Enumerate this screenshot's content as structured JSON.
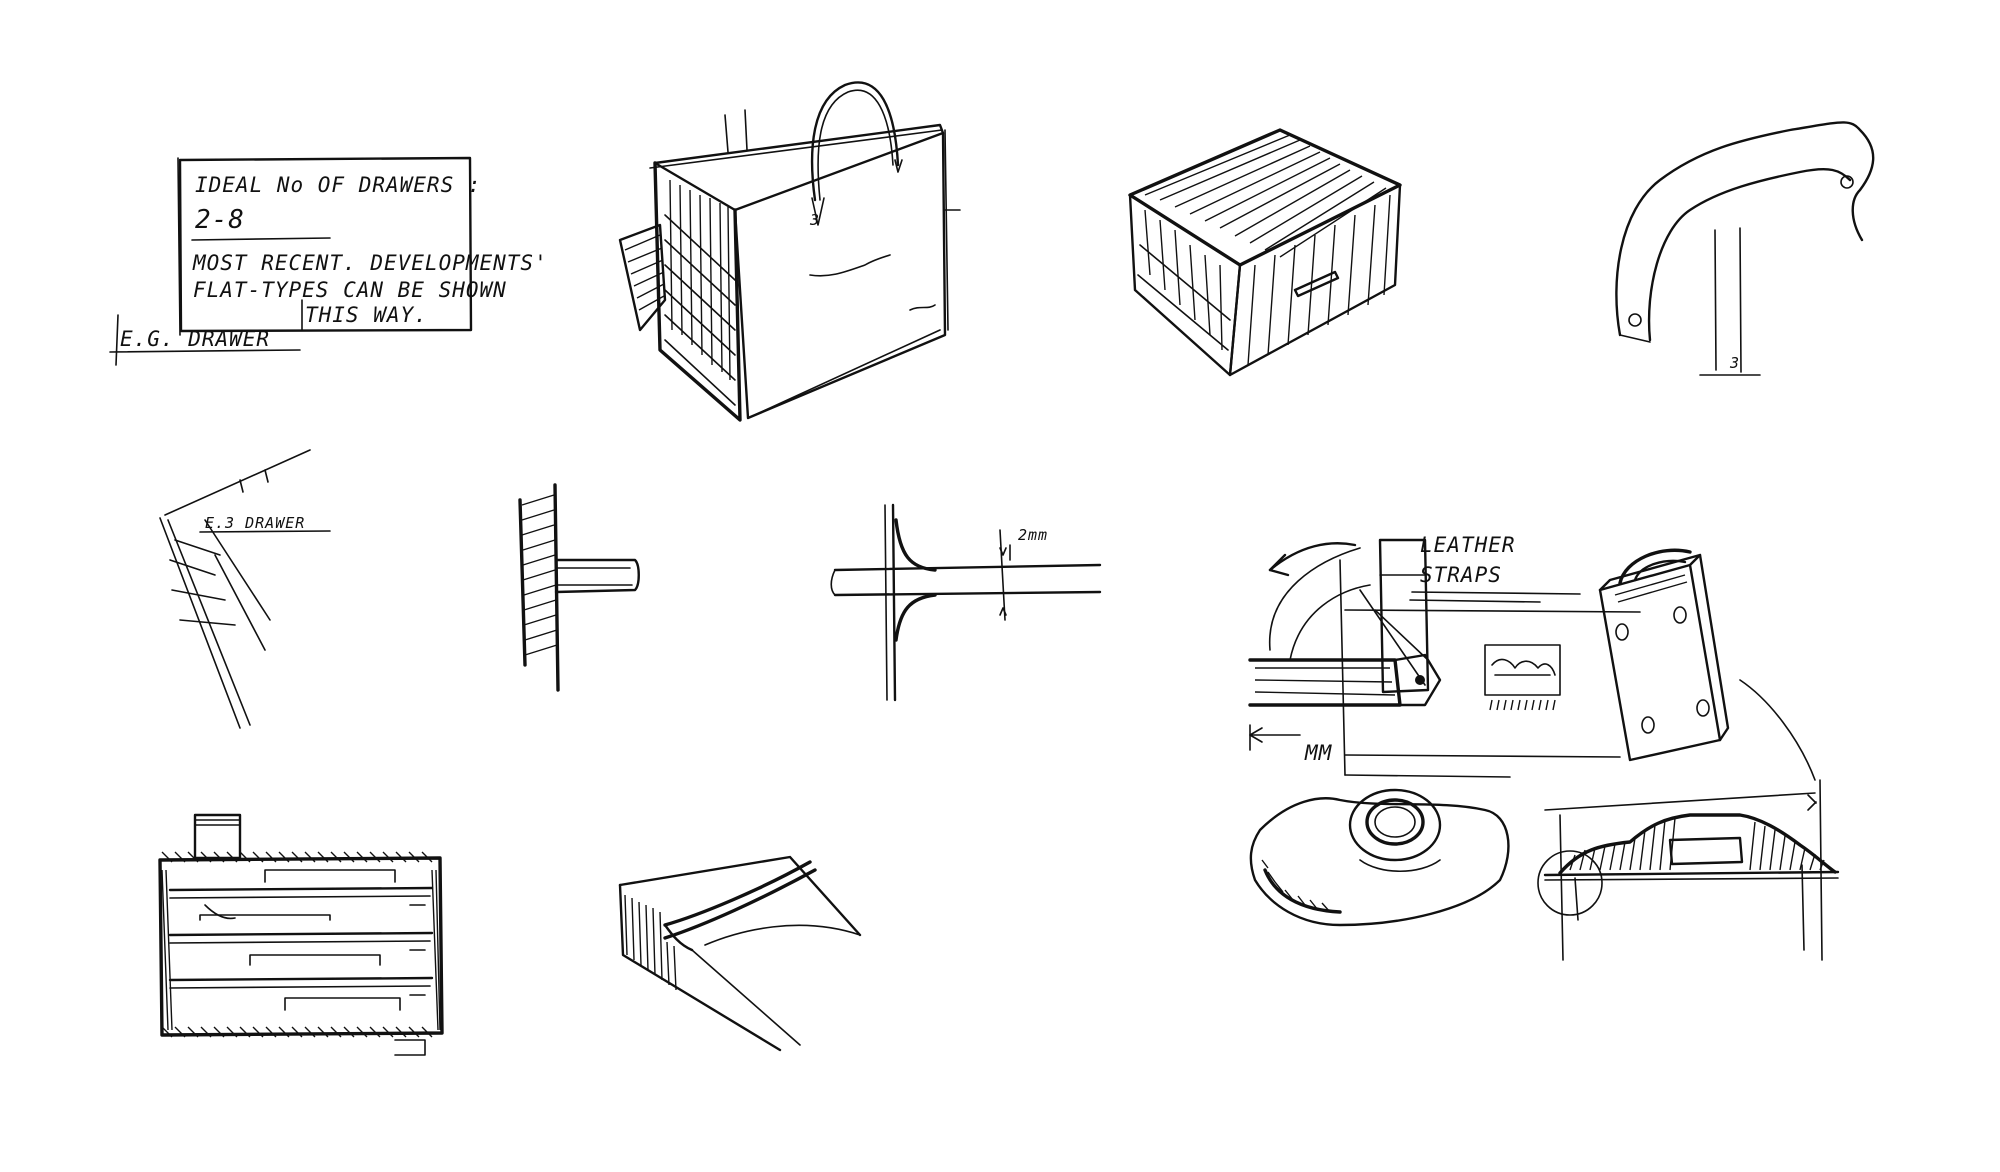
{
  "page": {
    "background": "#ffffff",
    "ink_color": "#111111"
  },
  "sketches": {
    "notes_box": {
      "line1": "IDEAL No OF DRAWERS :",
      "line2": "2-8",
      "line3": "MOST RECENT. DEVELOPMENTS'",
      "line4": "FLAT-TYPES CAN BE SHOWN",
      "line5": "THIS WAY.",
      "label": "E.G. DRAWER"
    },
    "cabinet_with_handle": {
      "dim_label": "3"
    },
    "handle_detail": {
      "dim_label": "3"
    },
    "drawer_angle": {
      "label": "E.3 DRAWER"
    },
    "edge_detail": {
      "dim_label": "2mm"
    },
    "leather_straps": {
      "title_line1": "LEATHER",
      "title_line2": "STRAPS",
      "dim_label": "MM"
    }
  }
}
